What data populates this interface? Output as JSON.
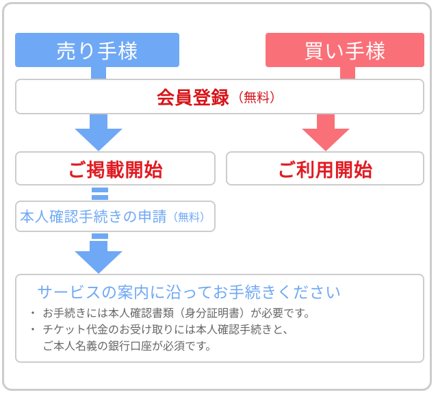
{
  "diagram": {
    "title_seller": "売り手様",
    "title_buyer": "買い手様",
    "colors": {
      "seller_blue": "#6fa8f5",
      "buyer_red": "#fa7078",
      "stage_red_text": "#e01b22",
      "register_red_text": "#d61419",
      "notice_heading_blue": "#6fa8f5",
      "body_gray": "#666666",
      "frame_gray": "#cccccc"
    },
    "steps": {
      "register_main": "会員登録",
      "register_note": "（無料）",
      "listing_start": "ご掲載開始",
      "using_start": "ご利用開始",
      "verify_main": "本人確認手続きの申請",
      "verify_note": "（無料）"
    },
    "notice": {
      "heading": "サービスの案内に沿ってお手続きください",
      "bullet_marker": "・",
      "items": [
        "お手続きには本人確認書類（身分証明書）が必要です。",
        "チケット代金のお受け取りには本人確認手続きと、"
      ],
      "item2_continuation": "ご本人名義の銀行口座が必須です。"
    }
  }
}
